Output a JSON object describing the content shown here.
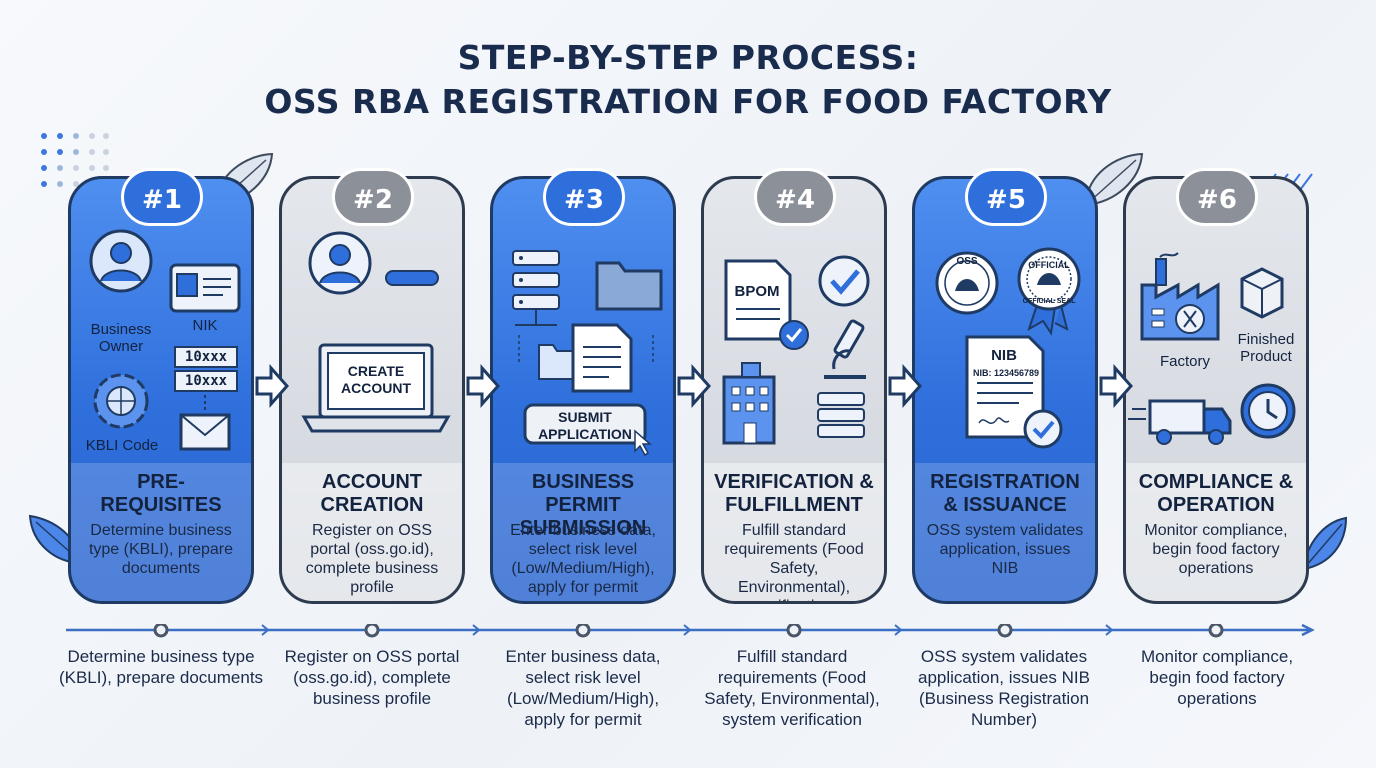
{
  "title": {
    "line1": "STEP-BY-STEP PROCESS:",
    "line2": "OSS RBA REGISTRATION FOR FOOD FACTORY"
  },
  "colors": {
    "blue": "#2f6fdc",
    "grey": "#8c9199",
    "navy": "#1a2c4e"
  },
  "steps": [
    {
      "badge": "#1",
      "style": "blue",
      "head": "PRE-REQUISITES",
      "desc": "Determine business type (KBLI), prepare documents",
      "timeline": "Determine business type (KBLI), prepare documents",
      "icon_labels": {
        "owner": "Business Owner",
        "nik": "NIK",
        "kbli": "KBLI Code",
        "code1": "10xxx",
        "code2": "10xxx"
      }
    },
    {
      "badge": "#2",
      "style": "grey",
      "head": "ACCOUNT CREATION",
      "desc": "Register on OSS portal (oss.go.id), complete business profile",
      "timeline": "Register on OSS portal (oss.go.id), complete business profile",
      "icon_labels": {
        "screen": "CREATE ACCOUNT"
      }
    },
    {
      "badge": "#3",
      "style": "blue",
      "head": "BUSINESS PERMIT SUBMISSION",
      "desc": "Enter business data, select risk level (Low/Medium/High), apply for permit",
      "timeline": "Enter business data, select risk level (Low/Medium/High), apply for permit",
      "icon_labels": {
        "submit": "SUBMIT APPLICATION"
      }
    },
    {
      "badge": "#4",
      "style": "grey",
      "head": "VERIFICATION & FULFILLMENT",
      "desc": "Fulfill standard requirements (Food Safety, Environmental), verification",
      "timeline": "Fulfill standard requirements (Food Safety, Environmental), system verification",
      "icon_labels": {
        "doc": "BPOM"
      }
    },
    {
      "badge": "#5",
      "style": "blue",
      "head": "REGISTRATION & ISSUANCE",
      "desc": "OSS system validates application, issues NIB",
      "timeline": "OSS system validates application, issues NIB (Business Registration Number)",
      "icon_labels": {
        "seal1": "OSS",
        "seal2": "OFFICIAL",
        "seal2b": "OFFICIAL SEAL",
        "nib": "NIB",
        "nibno": "NIB: 123456789"
      }
    },
    {
      "badge": "#6",
      "style": "grey",
      "head": "COMPLIANCE & OPERATION",
      "desc": "Monitor compliance, begin food factory operations",
      "timeline": "Monitor compliance, begin food factory operations",
      "icon_labels": {
        "factory": "Factory",
        "product": "Finished Product"
      }
    }
  ]
}
